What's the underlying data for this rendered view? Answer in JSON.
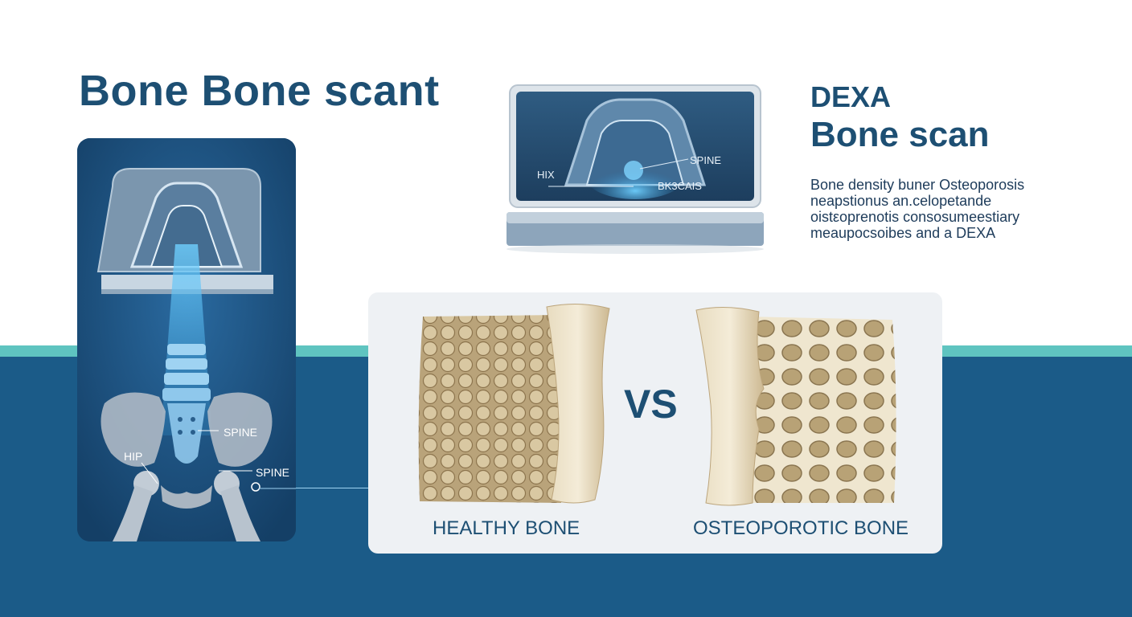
{
  "header": {
    "main_title": "Bone Bone scant",
    "right_title_line1": "DEXA",
    "right_title_line2": "Bone scan"
  },
  "description": {
    "lines": [
      "Bone density buner Osteoporosis",
      "neapstionus an.celopetande",
      "oistεoprenotis consosumeestiary",
      "meaupocsoibes and a DEXA"
    ]
  },
  "scanner_panel": {
    "labels": {
      "hip": "HIX",
      "spine": "SPINE",
      "other": "BK3CAIS"
    }
  },
  "left_panel": {
    "labels": {
      "spine_upper": "SPINE",
      "hip": "HIP",
      "spine_lower": "SPINE"
    }
  },
  "comparison": {
    "vs": "VS",
    "healthy_label": "HEALTHY BONE",
    "osteo_label": "OSTEOPOROTIC BONE"
  },
  "colors": {
    "navy": "#1d4f73",
    "teal": "#5fc4c0",
    "band": "#1b5b88",
    "scan_glow": "#4fb4ea",
    "bone": "#d8c6a0"
  }
}
